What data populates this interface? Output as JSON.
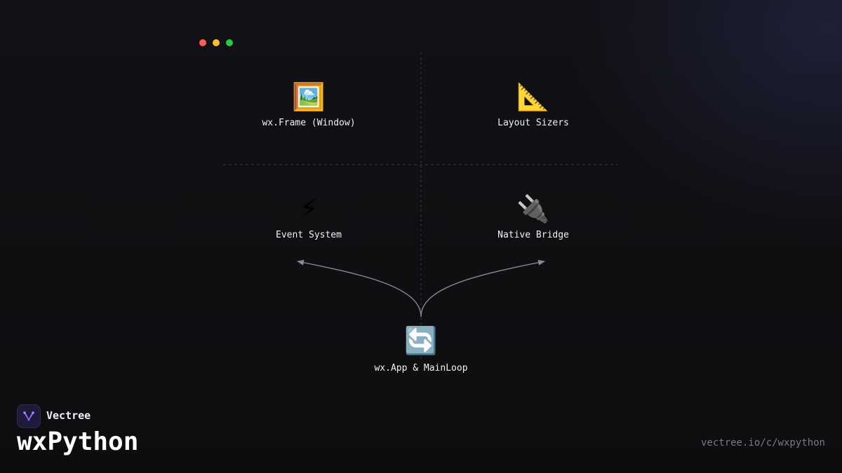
{
  "window_controls": {
    "colors": [
      "#ff5f57",
      "#febc2e",
      "#28c840"
    ]
  },
  "diagram": {
    "nodes": [
      {
        "id": "frame",
        "icon": "framed-picture-icon",
        "glyph": "🖼️",
        "label": "wx.Frame (Window)"
      },
      {
        "id": "sizers",
        "icon": "triangular-ruler-icon",
        "glyph": "📐",
        "label": "Layout Sizers"
      },
      {
        "id": "events",
        "icon": "lightning-icon",
        "glyph": "⚡",
        "label": "Event System"
      },
      {
        "id": "bridge",
        "icon": "electric-plug-icon",
        "glyph": "🔌",
        "label": "Native Bridge"
      },
      {
        "id": "app",
        "icon": "refresh-arrows-icon",
        "glyph": "🔄",
        "label": "wx.App & MainLoop"
      }
    ],
    "edges": [
      {
        "from": "app",
        "to": "events"
      },
      {
        "from": "app",
        "to": "bridge"
      }
    ],
    "colors": {
      "edge": "#8a8a8f",
      "divider": "#3a3a42"
    }
  },
  "brand": {
    "logo_icon": "vectree-logo-icon",
    "name": "Vectree",
    "accent": "#8b5cf6"
  },
  "course": {
    "title": "wxPython"
  },
  "footer": {
    "url": "vectree.io/c/wxpython"
  }
}
